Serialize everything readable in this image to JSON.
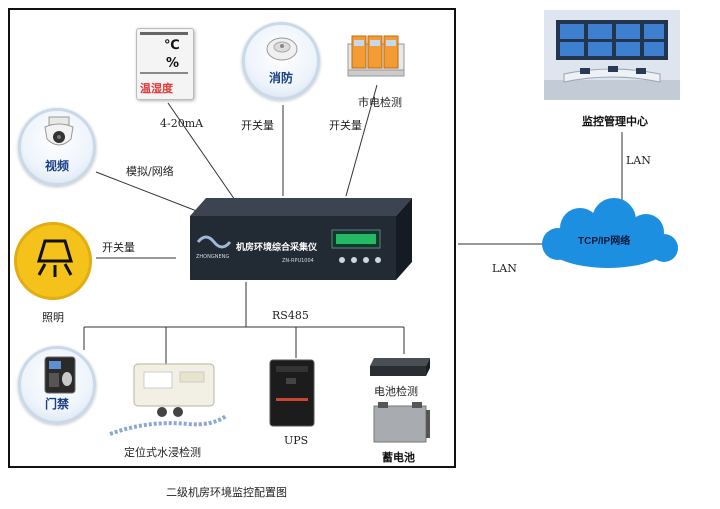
{
  "labels": {
    "hygrometer_tag": "温湿度",
    "fire": "消防",
    "mains": "市电检测",
    "analog_4_20": "4-20mA",
    "switch_1": "开关量",
    "switch_2": "开关量",
    "video": "视频",
    "analog_network": "模拟/网络",
    "switch_light": "开关量",
    "lighting": "照明",
    "device_title": "机房环境综合采集仪",
    "device_model": "ZN-RPU1004",
    "device_brand": "ZHONGNENG",
    "rs485": "RS485",
    "access": "门禁",
    "water": "定位式水浸检测",
    "ups": "UPS",
    "battery_detect": "电池检测",
    "battery": "蓄电池",
    "monitor_center": "监控管理中心",
    "lan_vertical": "LAN",
    "lan_horizontal": "LAN",
    "network": "TCP/IP网络",
    "caption": "二级机房环境监控配置图",
    "celsius": "℃",
    "percent": "%"
  },
  "colors": {
    "accent_blue": "#1a3f8a",
    "cloud": "#1d8fe0",
    "lamp_yellow": "#f4c21a"
  }
}
